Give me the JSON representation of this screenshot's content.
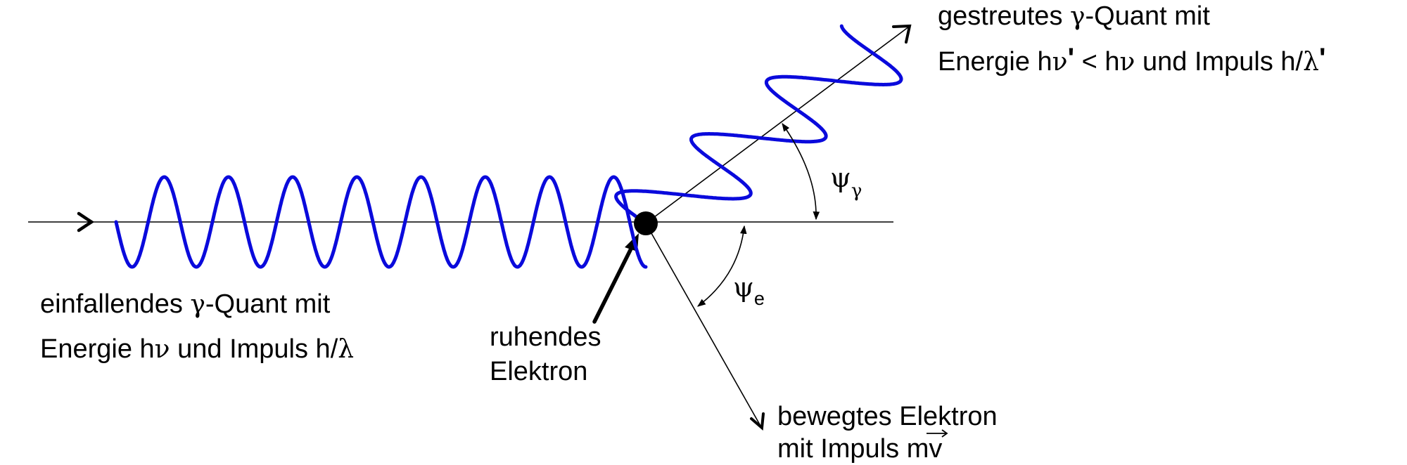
{
  "colors": {
    "wave": "#0a0adc",
    "line": "#000000",
    "background": "#ffffff"
  },
  "incident": {
    "line1_pre": "einfallendes ",
    "gamma_symbol": "γ",
    "line1_post": "-Quant mit",
    "line2_pre": "Energie h",
    "nu_symbol": "ν",
    "line2_mid": " und Impuls h/",
    "lambda_symbol": "λ"
  },
  "scattered": {
    "line1_pre": "gestreutes ",
    "gamma_symbol": "γ",
    "line1_post": "-Quant mit",
    "line2_pre": "Energie h",
    "nu_symbol": "ν",
    "prime": "'",
    "lt": " < h",
    "nu_symbol2": "ν",
    "line2_mid": " und Impuls h/",
    "lambda_symbol": "λ",
    "prime2": "'"
  },
  "resting_electron": {
    "line1": "ruhendes",
    "line2": "Elektron"
  },
  "moving_electron": {
    "line1": "bewegtes Elektron",
    "line2_pre": "mit Impuls m",
    "v_symbol": "v"
  },
  "angle_gamma": {
    "symbol": "ψ",
    "subscript": "γ"
  },
  "angle_e": {
    "symbol": "ψ",
    "subscript": "e"
  }
}
